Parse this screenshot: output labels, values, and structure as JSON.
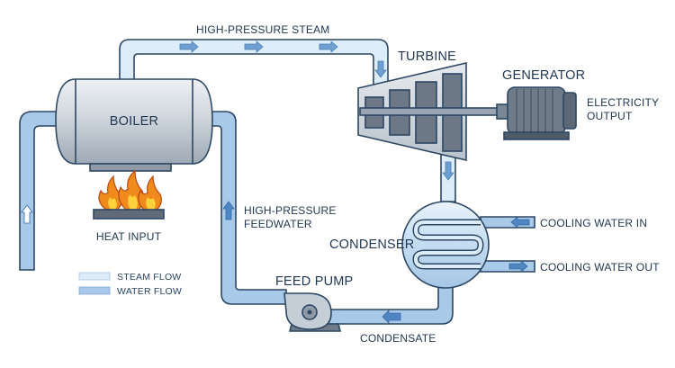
{
  "labels": {
    "high_pressure_steam": "HIGH-PRESSURE STEAM",
    "turbine": "TURBINE",
    "generator": "GENERATOR",
    "electricity_line1": "ELECTRICITY",
    "electricity_line2": "OUTPUT",
    "boiler": "BOILER",
    "heat_input": "HEAT INPUT",
    "feedwater_line1": "HIGH-PRESSURE",
    "feedwater_line2": "FEEDWATER",
    "condenser": "CONDENSER",
    "cooling_water_in": "COOLING WATER IN",
    "cooling_water_out": "COOLING WATER OUT",
    "feed_pump": "FEED PUMP",
    "condensate": "CONDENSATE"
  },
  "legend": {
    "steam": "STEAM FLOW",
    "water": "WATER FLOW"
  },
  "colors": {
    "steam_pipe": "#dcecf8",
    "water_pipe": "#a9c9e9",
    "outline": "#2d4763",
    "arrow": "#6f9fd0",
    "metal": "#c5cdd6",
    "flame_outer": "#f08a1c",
    "flame_inner": "#ffd23c"
  }
}
